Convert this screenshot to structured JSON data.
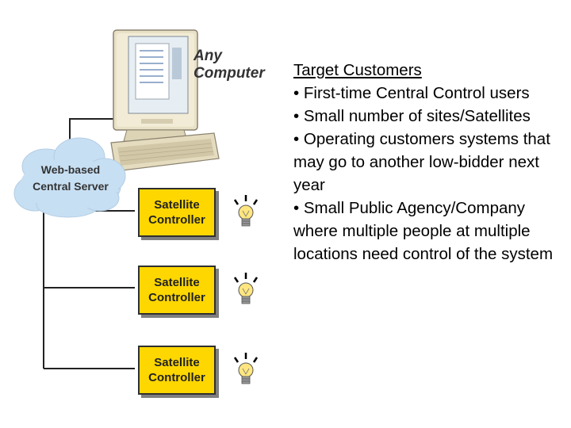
{
  "computer_label": [
    "Any",
    "Computer"
  ],
  "server_label": [
    "Web-based",
    "Central Server"
  ],
  "satellites": [
    {
      "line1": "Satellite",
      "line2": "Controller"
    },
    {
      "line1": "Satellite",
      "line2": "Controller"
    },
    {
      "line1": "Satellite",
      "line2": "Controller"
    }
  ],
  "notes": {
    "title": "Target Customers",
    "bullets": [
      "• First-time Central Control users",
      "• Small number of sites/Satellites",
      "• Operating customers systems that may go to another low-bidder next year",
      "• Small Public Agency/Company where multiple people at multiple locations need control of the system"
    ]
  },
  "colors": {
    "satellite_fill": "#ffd700",
    "cloud_fill": "#c7dff3",
    "monitor_beige": "#e9e1c6",
    "bulb_yellow": "#ffe680"
  },
  "icons": [
    "computer-icon",
    "cloud-icon",
    "lightbulb-icon"
  ]
}
